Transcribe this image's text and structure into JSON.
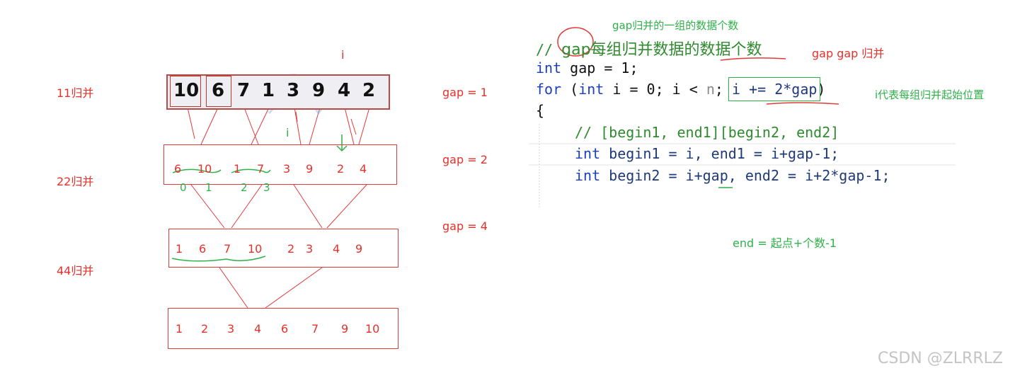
{
  "left": {
    "merge_labels": [
      "11归并",
      "22归并",
      "44归并"
    ],
    "gap_labels": [
      "gap = 1",
      "gap = 2",
      "gap = 4"
    ],
    "i_marker_red": "i",
    "i_marker_green": "i",
    "row0": [
      "10",
      "6",
      "7",
      "1",
      "3",
      "9",
      "4",
      "2"
    ],
    "row1": [
      "6",
      "10",
      "1",
      "7",
      "3",
      "9",
      "2",
      "4"
    ],
    "row2": [
      "1",
      "6",
      "7",
      "10",
      "2",
      "3",
      "4",
      "9"
    ],
    "row3": [
      "1",
      "2",
      "3",
      "4",
      "6",
      "7",
      "9",
      "10"
    ],
    "hand_marks": [
      "0",
      "1",
      "2",
      "3"
    ]
  },
  "right": {
    "note_top": "gap归并的一组的数据个数",
    "note_gap": "gap  gap 归并",
    "note_i": "i代表每组归并起始位置",
    "note_end": "end = 起点+个数-1",
    "watermark": "CSDN @ZLRRLZ",
    "code": {
      "line1_comment_prefix": "// ",
      "line1_comment_text": "gap每组归并数据的数据个数",
      "line2_kw": "int",
      "line2_rest": " gap = 1;",
      "line3_kw": "for",
      "line3_a": " (",
      "line3_kw2": "int",
      "line3_b": " i = 0; i < ",
      "line3_n": "n",
      "line3_c": "; ",
      "line3_d": "i += 2*gap",
      "line3_e": ")",
      "line4": "{",
      "line5": "// [begin1, end1][begin2, end2]",
      "line6_kw": "int",
      "line6_rest": " begin1 = i, end1 = i+gap-1;",
      "line7_kw": "int",
      "line7_rest": " begin2 = i+gap, end2 = i+2*gap-1;"
    }
  }
}
